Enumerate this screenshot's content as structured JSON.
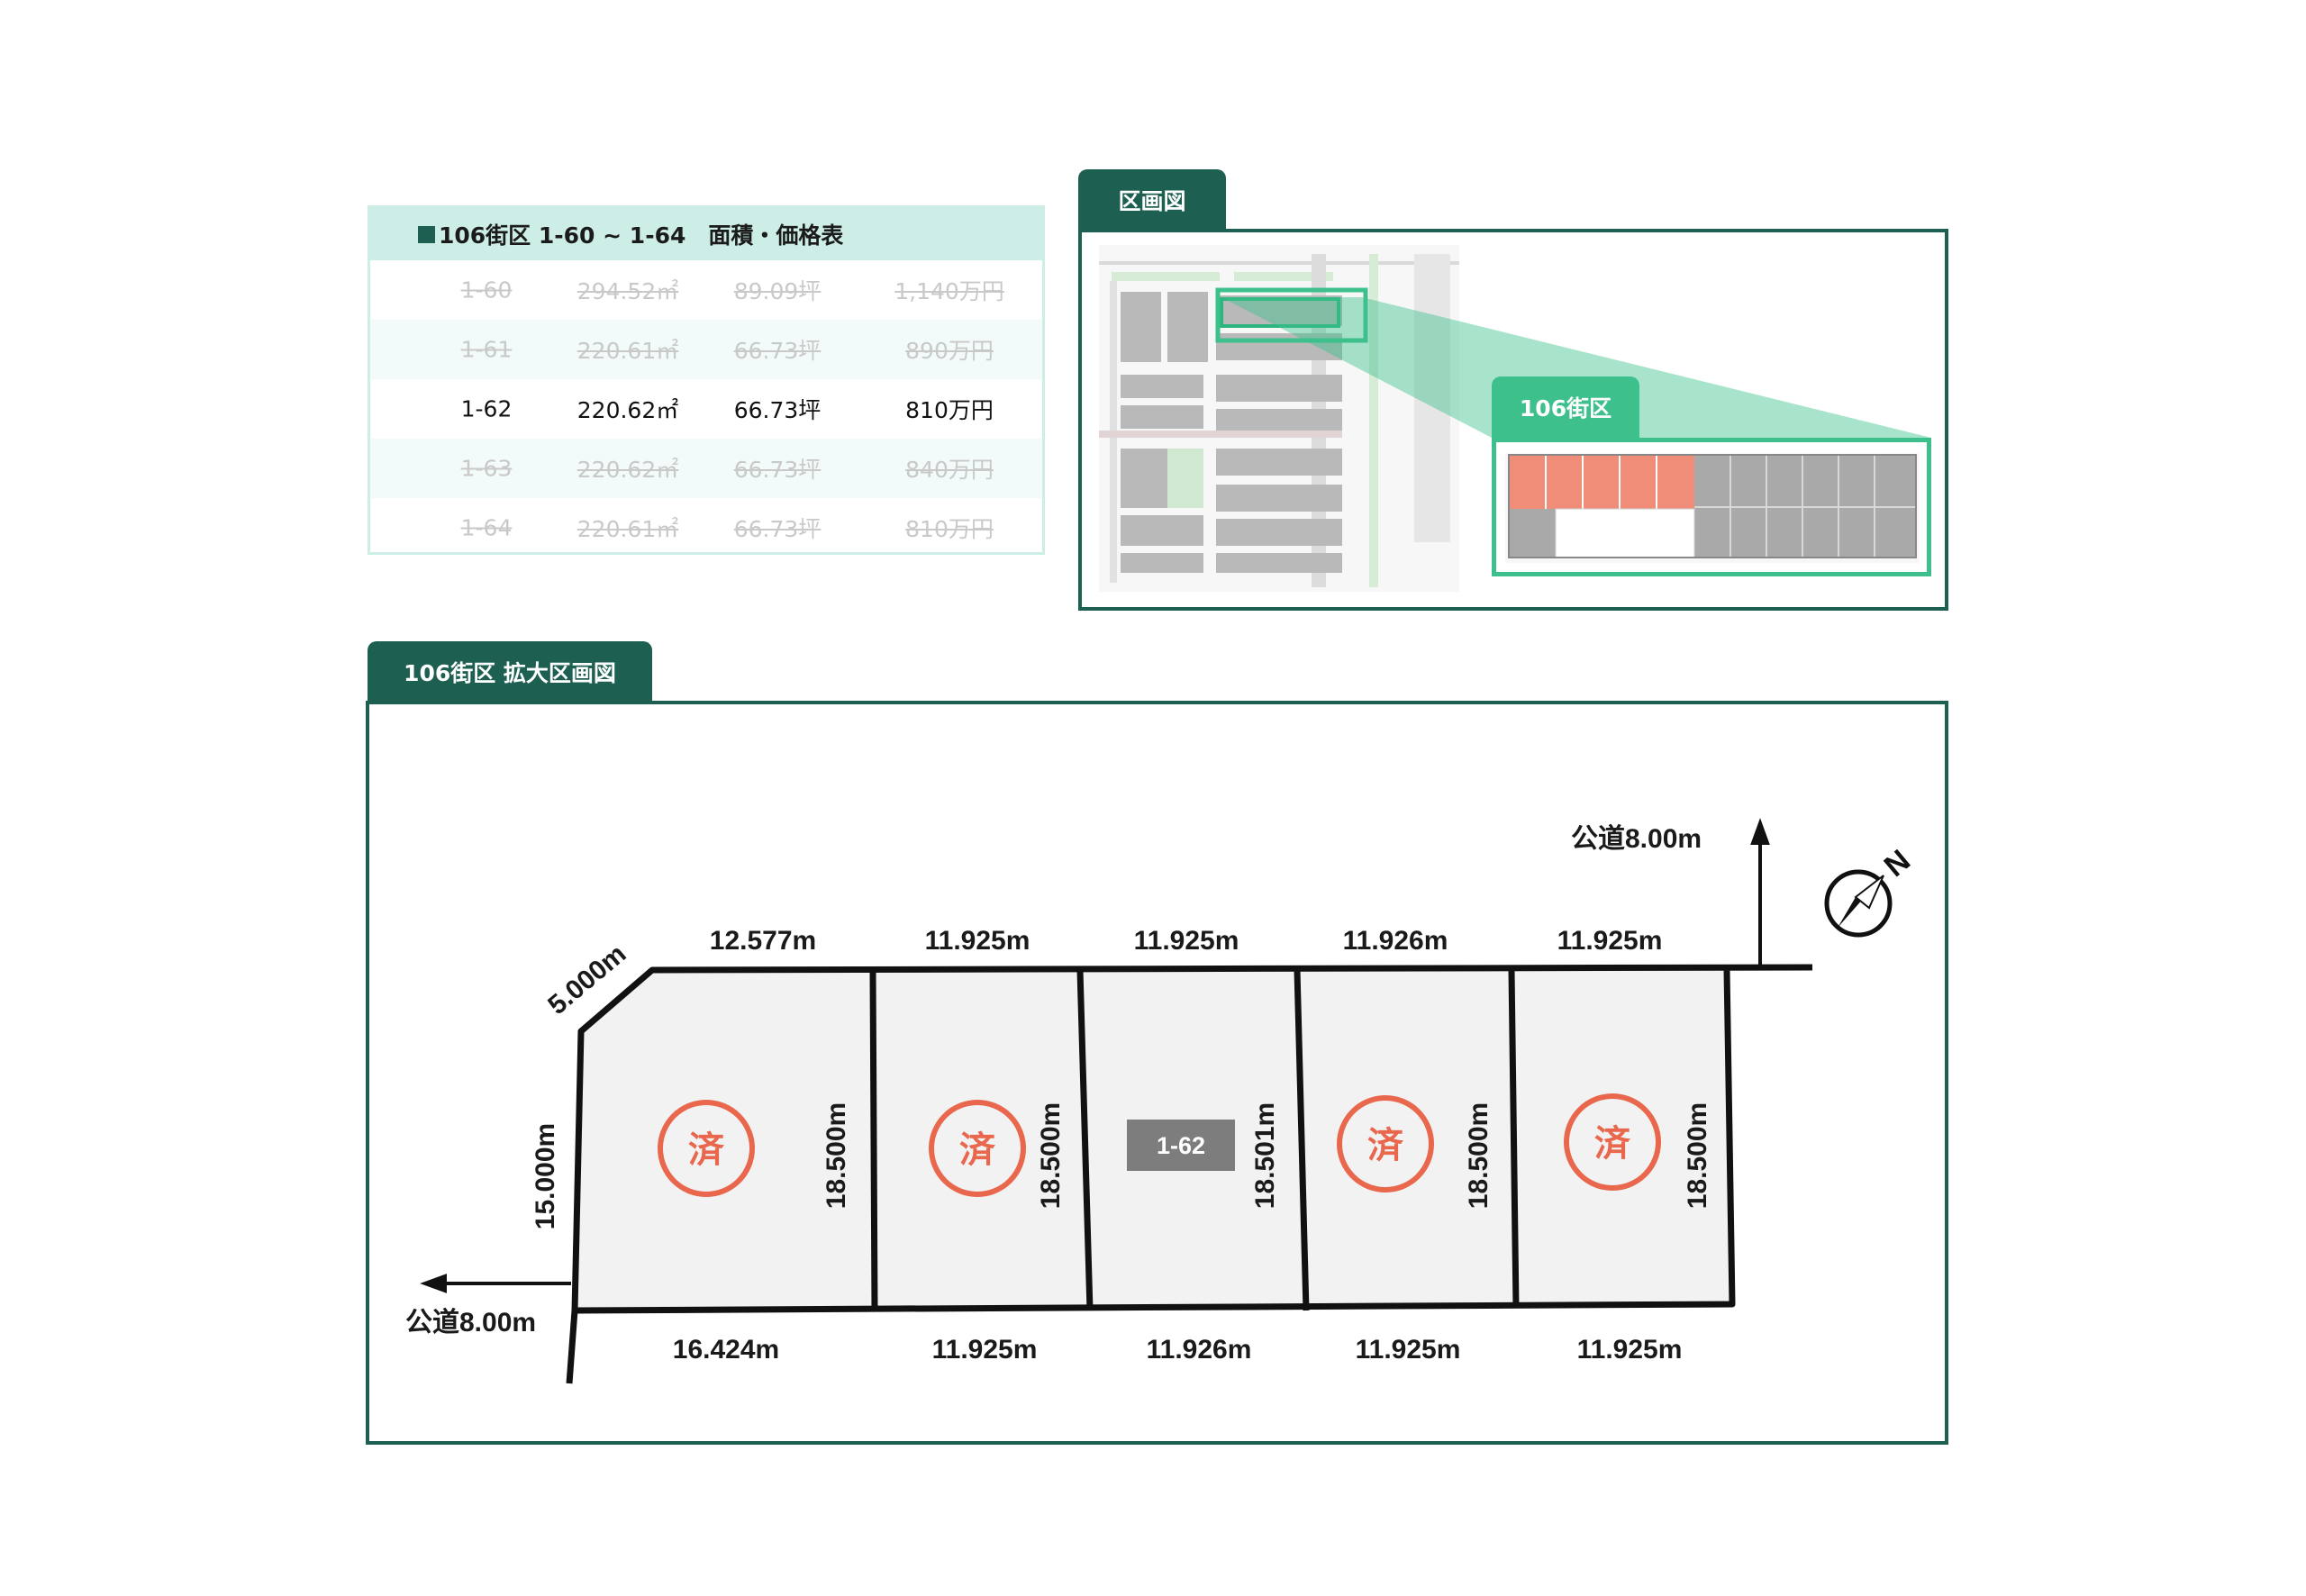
{
  "price_table": {
    "title": "106街区 1-60 ~ 1-64　面積・価格表",
    "rows": [
      {
        "lot": "1-60",
        "area": "294.52㎡",
        "tsubo": "89.09坪",
        "price": "1,140万円",
        "status": "sold"
      },
      {
        "lot": "1-61",
        "area": "220.61㎡",
        "tsubo": "66.73坪",
        "price": "890万円",
        "status": "sold"
      },
      {
        "lot": "1-62",
        "area": "220.62㎡",
        "tsubo": "66.73坪",
        "price": "810万円",
        "status": "available"
      },
      {
        "lot": "1-63",
        "area": "220.62㎡",
        "tsubo": "66.73坪",
        "price": "840万円",
        "status": "sold"
      },
      {
        "lot": "1-64",
        "area": "220.61㎡",
        "tsubo": "66.73坪",
        "price": "810万円",
        "status": "sold"
      }
    ]
  },
  "key_map": {
    "tab_label": "区画図",
    "zoom_label": "106街区",
    "highlight_color": "#f08d78"
  },
  "plan": {
    "tab_label": "106街区 拡大区画図",
    "road_top": "公道8.00m",
    "road_left": "公道8.00m",
    "sold_mark": "済",
    "available_label": "1-62",
    "top_dims": [
      "12.577m",
      "11.925m",
      "11.925m",
      "11.926m",
      "11.925m"
    ],
    "bottom_dims": [
      "16.424m",
      "11.925m",
      "11.926m",
      "11.925m",
      "11.925m"
    ],
    "corner_dim": "5.000m",
    "left_dim": "15.000m",
    "right_dims": [
      "18.500m",
      "18.500m",
      "18.501m",
      "18.500m",
      "18.500m"
    ],
    "lot_status": [
      "sold",
      "sold",
      "available",
      "sold",
      "sold"
    ],
    "north_icon": "north-arrow-icon",
    "colors": {
      "frame": "#1d5f50",
      "sold": "#e9674c",
      "lot_fill": "#f2f2f2",
      "label_bg": "#7d7d7d"
    }
  }
}
